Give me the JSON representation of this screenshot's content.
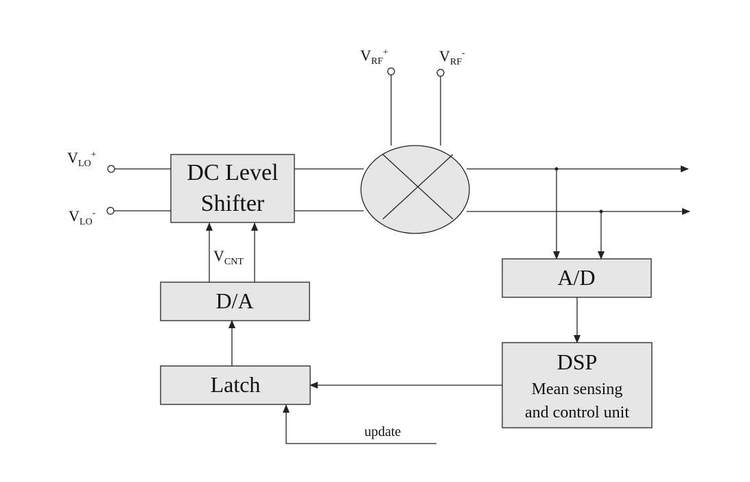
{
  "blocks": {
    "dc_level_shifter": {
      "line1": "DC Level",
      "line2": "Shifter"
    },
    "da": {
      "label": "D/A"
    },
    "latch": {
      "label": "Latch"
    },
    "ad": {
      "label": "A/D"
    },
    "dsp": {
      "title": "DSP",
      "line1": "Mean sensing",
      "line2": "and control unit"
    }
  },
  "signals": {
    "vlo_plus": {
      "base": "V",
      "sub": "LO",
      "sup": "+"
    },
    "vlo_minus": {
      "base": "V",
      "sub": "LO",
      "sup": "-"
    },
    "vrf_plus": {
      "base": "V",
      "sub": "RF",
      "sup": "+"
    },
    "vrf_minus": {
      "base": "V",
      "sub": "RF",
      "sup": "-"
    },
    "vcnt": {
      "base": "V",
      "sub": "CNT"
    },
    "update": "update"
  },
  "colors": {
    "block_fill": "#e6e6e6",
    "stroke": "#222222",
    "background": "#ffffff"
  }
}
